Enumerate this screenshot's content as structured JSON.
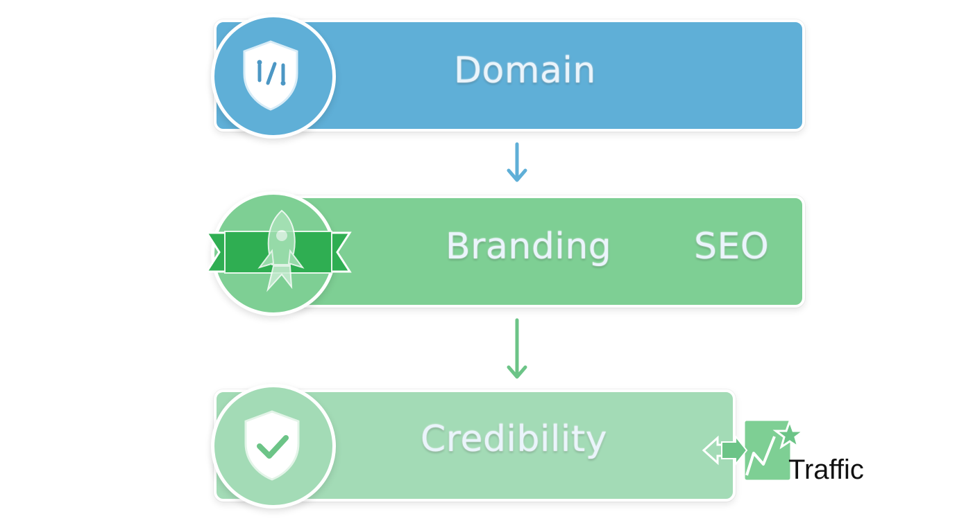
{
  "steps": [
    {
      "label": "Domain",
      "icon": "shield-code-icon",
      "color": "#5fafd7"
    },
    {
      "label": "Branding",
      "secondary_label": "SEO",
      "icon": "rocket-ribbon-icon",
      "color": "#7ecf94"
    },
    {
      "label": "Credibility",
      "icon": "shield-check-icon",
      "color": "#a3dbb6"
    }
  ],
  "side_badge": {
    "label": "Traffic",
    "icon": "traffic-growth-star-icon"
  },
  "colors": {
    "blue": "#5fafd7",
    "green": "#7ecf94",
    "light_green": "#a3dbb6",
    "dark_green": "#2fae52"
  }
}
